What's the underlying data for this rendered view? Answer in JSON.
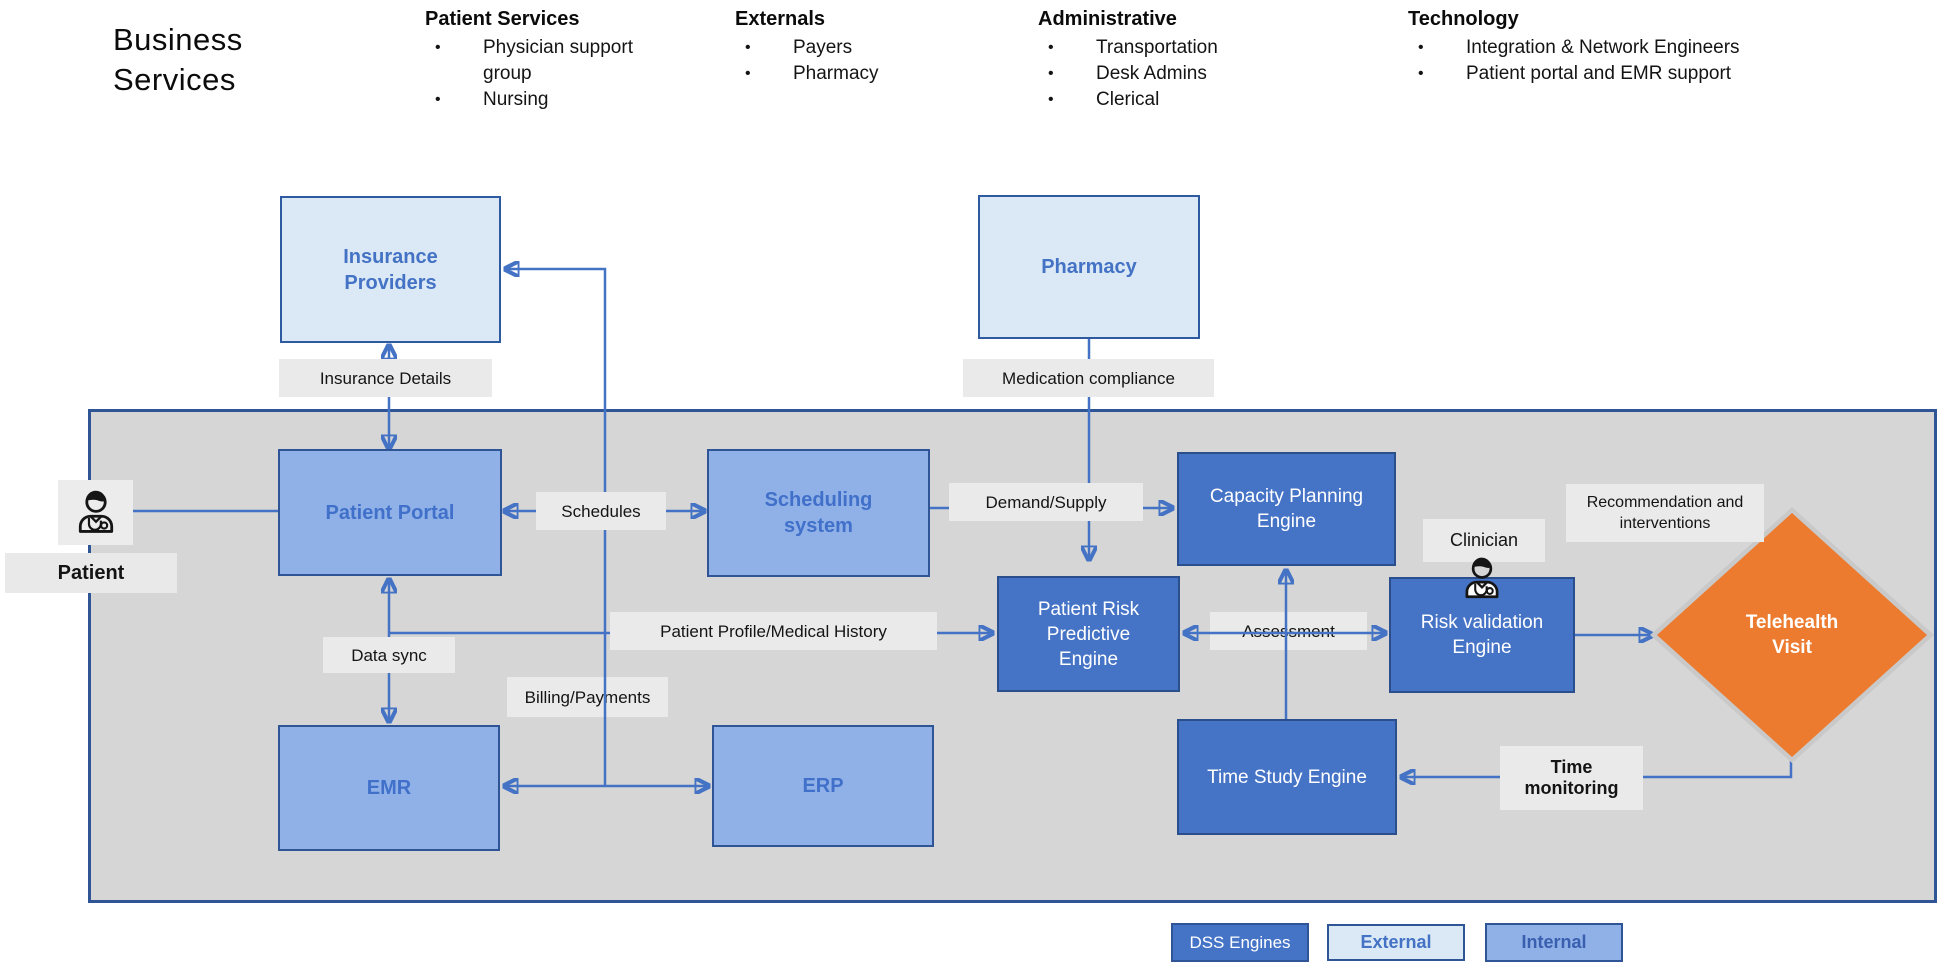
{
  "header": {
    "title": "Business Services",
    "groups": [
      {
        "title": "Patient Services",
        "items": [
          "Physician support group",
          "Nursing"
        ]
      },
      {
        "title": "Externals",
        "items": [
          "Payers",
          "Pharmacy"
        ]
      },
      {
        "title": "Administrative",
        "items": [
          "Transportation",
          "Desk Admins",
          "Clerical"
        ]
      },
      {
        "title": "Technology",
        "items": [
          "Integration & Network Engineers",
          "Patient portal and EMR support"
        ]
      }
    ],
    "bullet": "•"
  },
  "nodes": {
    "insurance_providers": "Insurance Providers",
    "pharmacy": "Pharmacy",
    "patient_portal": "Patient Portal",
    "scheduling_system": "Scheduling system",
    "emr": "EMR",
    "erp": "ERP",
    "capacity_planning": "Capacity Planning Engine",
    "patient_risk": "Patient Risk Predictive Engine",
    "risk_validation": "Risk validation Engine",
    "time_study": "Time Study Engine",
    "telehealth_visit": "Telehealth Visit"
  },
  "flow_labels": {
    "insurance_details": "Insurance Details",
    "medication_compliance": "Medication compliance",
    "schedules": "Schedules",
    "demand_supply": "Demand/Supply",
    "data_sync": "Data sync",
    "billing_payments": "Billing/Payments",
    "patient_profile": "Patient Profile/Medical History",
    "assessment": "Assessment",
    "recommendation": "Recommendation and interventions",
    "time_monitoring": "Time monitoring",
    "patient": "Patient",
    "clinician": "Clinician"
  },
  "legend": [
    {
      "label": "DSS Engines",
      "style": "dark"
    },
    {
      "label": "External",
      "style": "light"
    },
    {
      "label": "Internal",
      "style": "medium"
    }
  ],
  "colors": {
    "dark_fill": "#4573C6",
    "dark_border": "#2B4E8C",
    "medium_fill": "#8FB1E8",
    "light_fill": "#DBE9F7",
    "accent_text": "#4472C4",
    "connector": "#4472C4",
    "panel_fill": "#D6D6D6",
    "panel_border": "#2F5597",
    "diamond_fill": "#EC7B2F",
    "label_bg": "#EAEAEA"
  }
}
